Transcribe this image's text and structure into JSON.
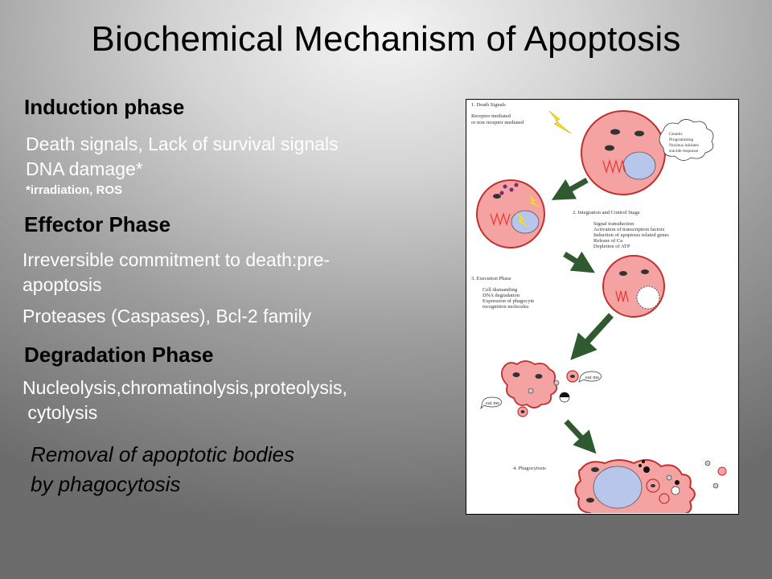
{
  "title": "Biochemical Mechanism of Apoptosis",
  "sections": {
    "induction": {
      "heading": "Induction phase",
      "line1": "Death signals, Lack of survival signals",
      "line2": "DNA damage*",
      "note": "*irradiation, ROS"
    },
    "effector": {
      "heading": "Effector Phase",
      "line1": "Irreversible commitment  to death:pre-",
      "line2": "apoptosis",
      "line3": "Proteases (Caspases), Bcl-2 family"
    },
    "degradation": {
      "heading": "Degradation Phase",
      "line1": "Nucleolysis,chromatinolysis,proteolysis,",
      "line2": " cytolysis"
    },
    "removal": {
      "line1": "Removal of apoptotic bodies",
      "line2": "by phagocytosis"
    }
  },
  "figure": {
    "stage1_title": "1. Death Signals",
    "stage1_l1": "Receptor mediated",
    "stage1_l2": "or non receptor mediated",
    "bubble_l1": "Genetic",
    "bubble_l2": "Programming",
    "bubble_l3": "Nucleus initiates",
    "bubble_l4": "suicide response",
    "stage2_title": "2. Integration and Control Stage",
    "stage2_l1": "Signal transduction",
    "stage2_l2": "Activation of transcription factors",
    "stage2_l3": "Induction of apoptosis related genes",
    "stage2_l4": "Release of Ca",
    "stage2_l5": "Depletion of ATP",
    "stage3_title": "3. Execution Phase",
    "stage3_l1": "Cell dismantling",
    "stage3_l2": "DNA degradation",
    "stage3_l3": "Expression of phagocyte",
    "stage3_l4": "recognition molecules",
    "eat_me_1": "eat me",
    "eat_me_2": "eat me",
    "stage4_title": "4. Phagocytosis",
    "colors": {
      "cell_fill": "#f4a2a2",
      "cell_stroke": "#c0302f",
      "nucleus": "#b7c6ea",
      "arrow": "#2f5a2f",
      "bolt": "#f4e213"
    }
  }
}
